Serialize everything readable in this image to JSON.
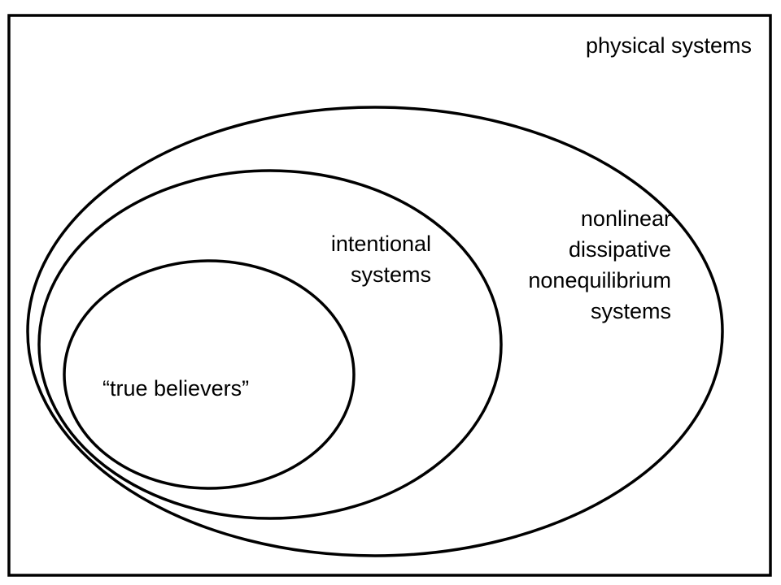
{
  "diagram": {
    "sets": [
      {
        "id": "physical",
        "lines": [
          "physical systems"
        ]
      },
      {
        "id": "nonlinear",
        "lines": [
          "nonlinear",
          "dissipative",
          "nonequilibrium",
          "systems"
        ]
      },
      {
        "id": "intentional",
        "lines": [
          "intentional",
          "systems"
        ]
      },
      {
        "id": "true-believers",
        "lines": [
          "“true believers”"
        ]
      }
    ],
    "colors": {
      "stroke": "#000000",
      "background": "#ffffff",
      "text": "#000000"
    }
  }
}
